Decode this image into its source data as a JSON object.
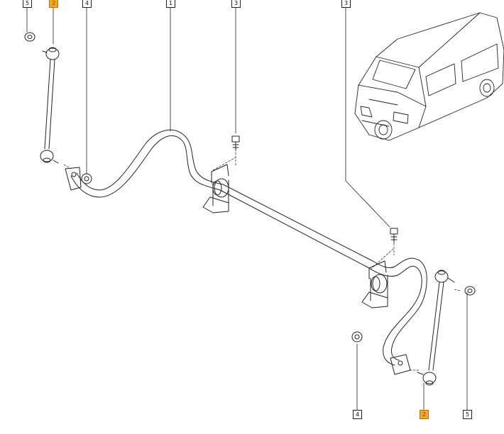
{
  "callouts": [
    {
      "id": "c-5-top-left",
      "label": "5",
      "highlighted": false
    },
    {
      "id": "c-2-top-left",
      "label": "2",
      "highlighted": true
    },
    {
      "id": "c-4-top-left",
      "label": "4",
      "highlighted": false
    },
    {
      "id": "c-1-top",
      "label": "1",
      "highlighted": false
    },
    {
      "id": "c-3-top-mid",
      "label": "3",
      "highlighted": false
    },
    {
      "id": "c-3-top-right",
      "label": "3",
      "highlighted": false
    },
    {
      "id": "c-4-bottom",
      "label": "4",
      "highlighted": false
    },
    {
      "id": "c-2-bottom",
      "label": "2",
      "highlighted": true
    },
    {
      "id": "c-5-bottom",
      "label": "5",
      "highlighted": false
    }
  ],
  "colors": {
    "line": "#222222",
    "highlight": "#f5a623",
    "background": "#ffffff"
  }
}
